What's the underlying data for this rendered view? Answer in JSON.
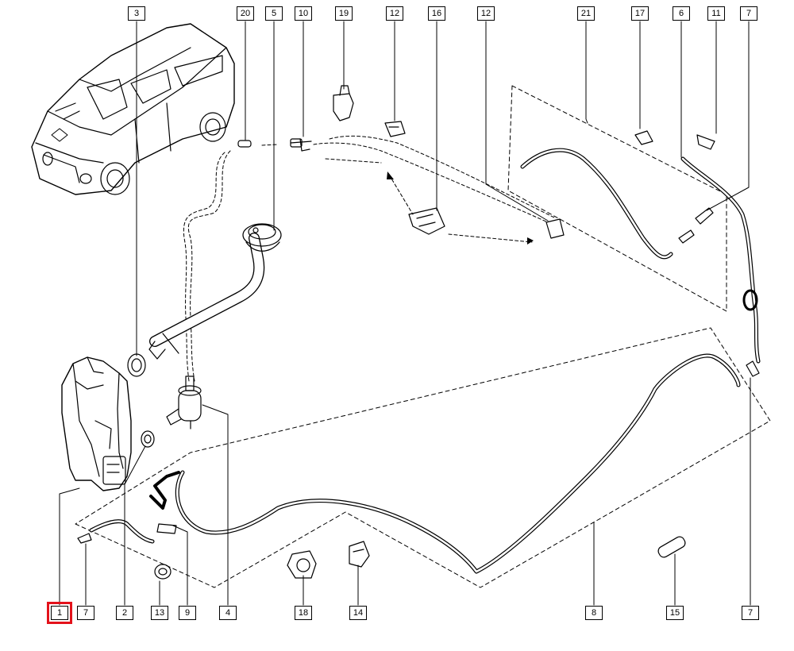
{
  "callouts": {
    "p1": "1",
    "p2": "2",
    "p3": "3",
    "p4": "4",
    "p5": "5",
    "p6": "6",
    "p7a": "7",
    "p7b": "7",
    "p7c": "7",
    "p8": "8",
    "p9": "9",
    "p10": "10",
    "p11": "11",
    "p12a": "12",
    "p12b": "12",
    "p13": "13",
    "p14": "14",
    "p15": "15",
    "p16": "16",
    "p17": "17",
    "p18": "18",
    "p19": "19",
    "p20": "20",
    "p21": "21"
  },
  "highlight_color": "#e3121b",
  "icons": [
    "van-icon",
    "reservoir-icon",
    "pump-icon",
    "filler-neck-icon",
    "hose-icon",
    "clip-icon",
    "nozzle-icon",
    "connector-icon"
  ]
}
